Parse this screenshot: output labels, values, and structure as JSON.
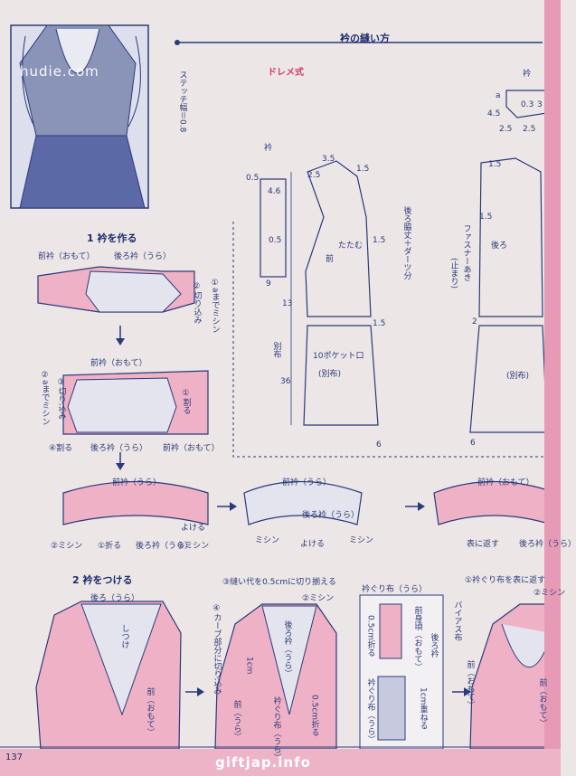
{
  "header": {
    "title": "衿の縫い方",
    "method": "ドレメ式",
    "stitch": "ステッチ幅＝0.8"
  },
  "watermark": {
    "site_top": "hudie.com",
    "site_bottom": "giftjap.info"
  },
  "page_number": "137",
  "pattern": {
    "eri": "衿",
    "eri_small": "衿",
    "front": "前",
    "back": "後ろ",
    "betsununo": "別布",
    "betsununo2": "(別布)",
    "betsununo3": "(別布)",
    "pocket": "10ポケット口",
    "tatamu": "たたむ",
    "darts_note": "後ろ脇丈＋ダーツ分",
    "zipper": "ファスナーあき",
    "zipper_end": "(止まり)",
    "dims": {
      "d05a": "0.5",
      "d46": "4.6",
      "d35": "3.5",
      "d25a": "2.5",
      "d15a": "1.5",
      "d05b": "0.5",
      "d15b": "1.5",
      "d15c": "1.5",
      "d13": "13",
      "d36": "36",
      "d9": "9",
      "d6a": "6",
      "d03": "0.3",
      "d3": "3",
      "d45": "4.5",
      "d25b": "2.5",
      "d25c": "2.5",
      "d15d": "1.5",
      "d15e": "1.5",
      "d2": "2",
      "d6b": "6",
      "da": "a"
    }
  },
  "step1": {
    "title": "1 衿を作る",
    "labels": {
      "front_out": "前衿（おもて）",
      "back_in": "後ろ衿（うら）",
      "sew_to_a": "①aまでミシン",
      "notch": "②切り込み",
      "front_out2": "前衿（おもて）",
      "sew_to_a2": "②aまでミシン",
      "notch2": "③切り込み",
      "split": "①割る",
      "split2": "④割る",
      "back_in2": "後ろ衿（うら）",
      "front_out3": "前衿（おもて）",
      "front_in": "前衿（うら）",
      "move": "よける",
      "sew3": "②ミシン",
      "fold": "①折る",
      "back_collar3": "後ろ衿（うら）",
      "sew4": "②ミシン",
      "front_in2": "前衿（うら）",
      "back_collar4": "後ろ衿（うら）",
      "sew5": "ミシン",
      "move2": "よける",
      "sew6": "ミシン",
      "front_out4": "前衿（おもて）",
      "turn": "表に返す",
      "back_collar5": "後ろ衿（うら）"
    }
  },
  "step2": {
    "title": "2 衿をつける",
    "labels": {
      "back_in": "後ろ（うら）",
      "baste": "しつけ",
      "front_out": "前（おもて）",
      "trim": "③縫い代を0.5cmに切り揃える",
      "sew": "②ミシン",
      "curve_notch": "④カーブ部分に切り込み",
      "back_collar": "後ろ衿（うら）",
      "cm1": "1cm",
      "front_in": "前（うら）",
      "facing": "衿ぐり布（うら）",
      "cm05": "0.5cm折る",
      "facing_top": "衿ぐり布（うら）",
      "mae": "前身頃（おもて）",
      "back_collar2": "後ろ衿",
      "cm05b": "0.5cm折る",
      "facing2": "衿ぐり布（うら）",
      "overlap": "1cm重ねる",
      "turn_facing": "①衿ぐり布を表に返す",
      "sew2": "②ミシン",
      "bias": "バイアス布",
      "front_out2": "前（おもて）",
      "front_out3": "前（おもて）"
    }
  }
}
